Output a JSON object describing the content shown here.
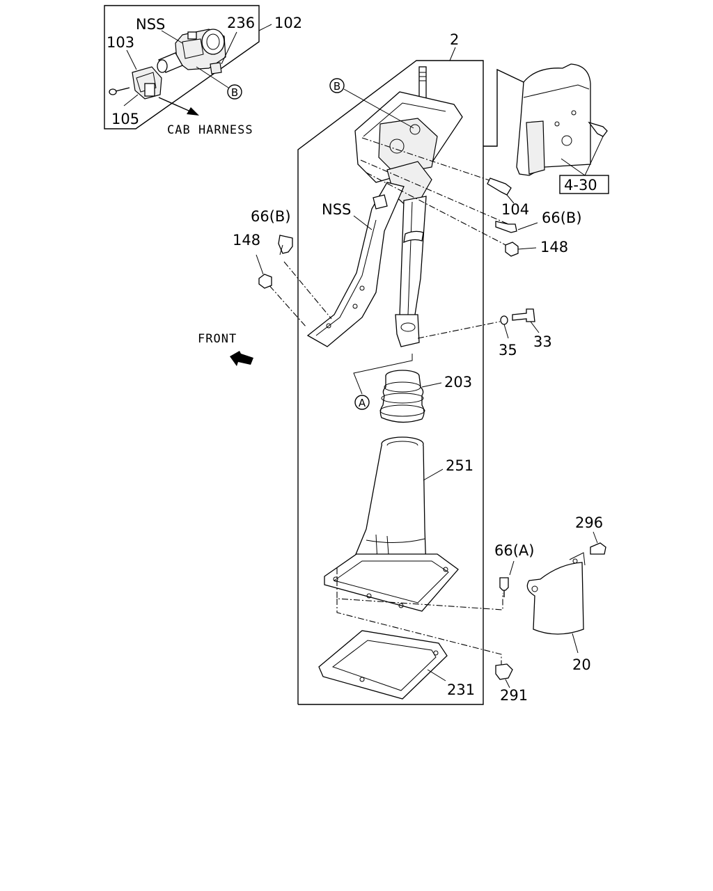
{
  "labels": {
    "p102": "102",
    "p236": "236",
    "nss_top": "NSS",
    "p103": "103",
    "p105": "105",
    "cab_harness": "CAB HARNESS",
    "callout_b_top": "B",
    "p2": "2",
    "callout_b_mid": "B",
    "p104": "104",
    "p66b_right": "66(B)",
    "p148_right": "148",
    "ref_4_30": "4-30",
    "nss_mid": "NSS",
    "p66b_left": "66(B)",
    "p148_left": "148",
    "front": "FRONT",
    "p35": "35",
    "p33": "33",
    "callout_a": "A",
    "p203": "203",
    "p251": "251",
    "p296": "296",
    "p66a": "66(A)",
    "p20": "20",
    "p231": "231",
    "p291": "291"
  }
}
